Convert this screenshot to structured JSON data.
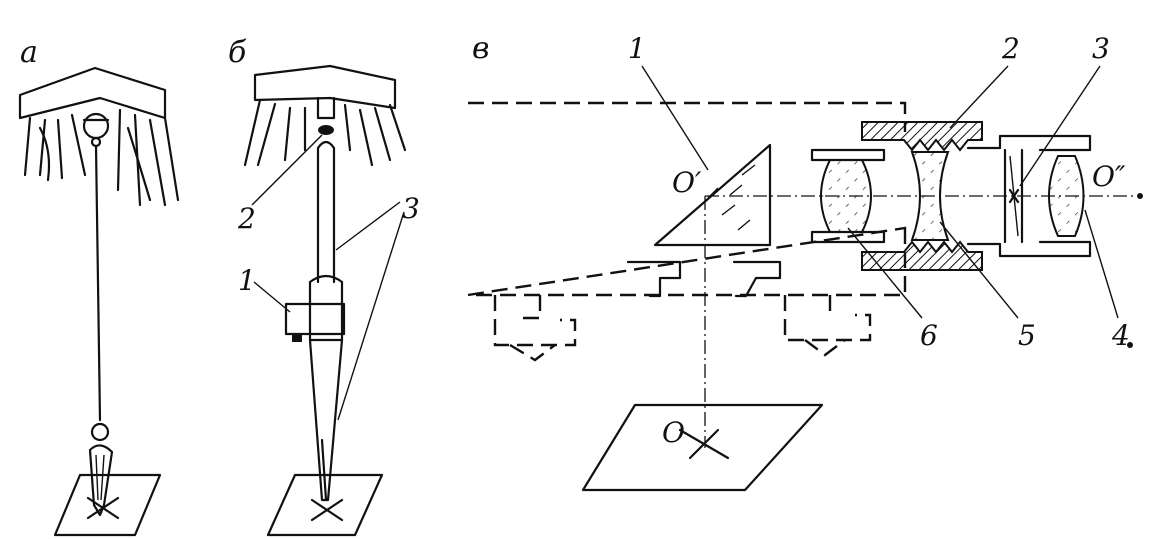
{
  "panels": {
    "a": {
      "label": "а"
    },
    "b": {
      "label": "б",
      "numbers": [
        "1",
        "2",
        "3"
      ]
    },
    "v": {
      "label": "в",
      "numbers": [
        "1",
        "2",
        "3",
        "4",
        "5",
        "6"
      ]
    }
  },
  "point_labels": {
    "o": "O",
    "o_prime": "O′",
    "o_double_prime": "O″"
  },
  "colors": {
    "ink": "#111111",
    "paper": "#ffffff"
  }
}
